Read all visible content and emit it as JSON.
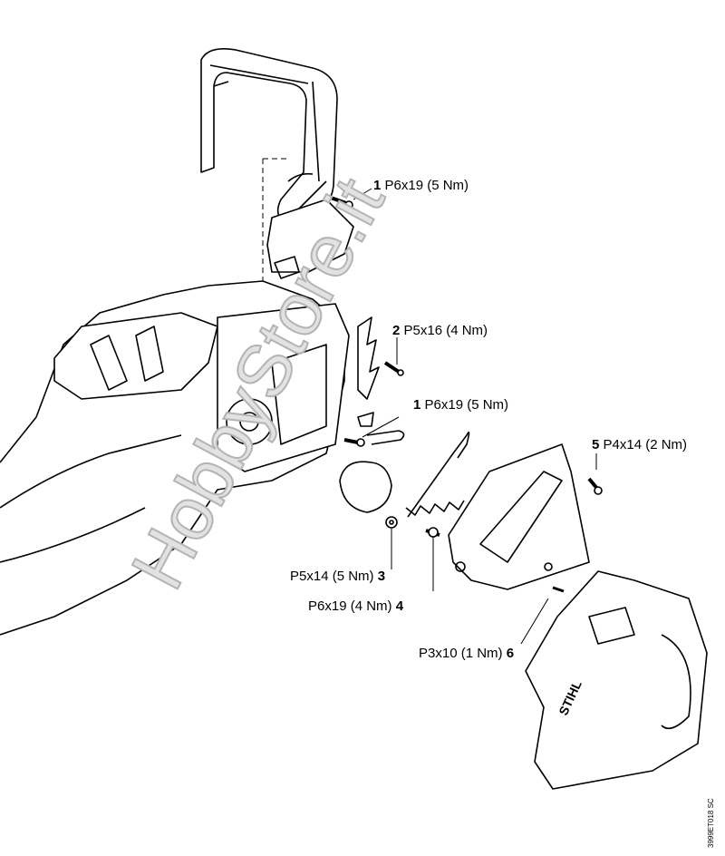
{
  "labels": [
    {
      "num": "1",
      "spec": "P6x19 (5 Nm)"
    },
    {
      "num": "2",
      "spec": "P5x16 (4 Nm)"
    },
    {
      "num": "1",
      "spec": "P6x19 (5 Nm)"
    },
    {
      "num": "5",
      "spec": "P4x14 (2 Nm)"
    },
    {
      "num": "3",
      "spec": "P5x14 (5 Nm)"
    },
    {
      "num": "4",
      "spec": "P6x19 (4 Nm)"
    },
    {
      "num": "6",
      "spec": "P3x10 (1 Nm)"
    }
  ],
  "drawing_code": "3999ET018 SC",
  "watermark": "HobbyStore.it"
}
